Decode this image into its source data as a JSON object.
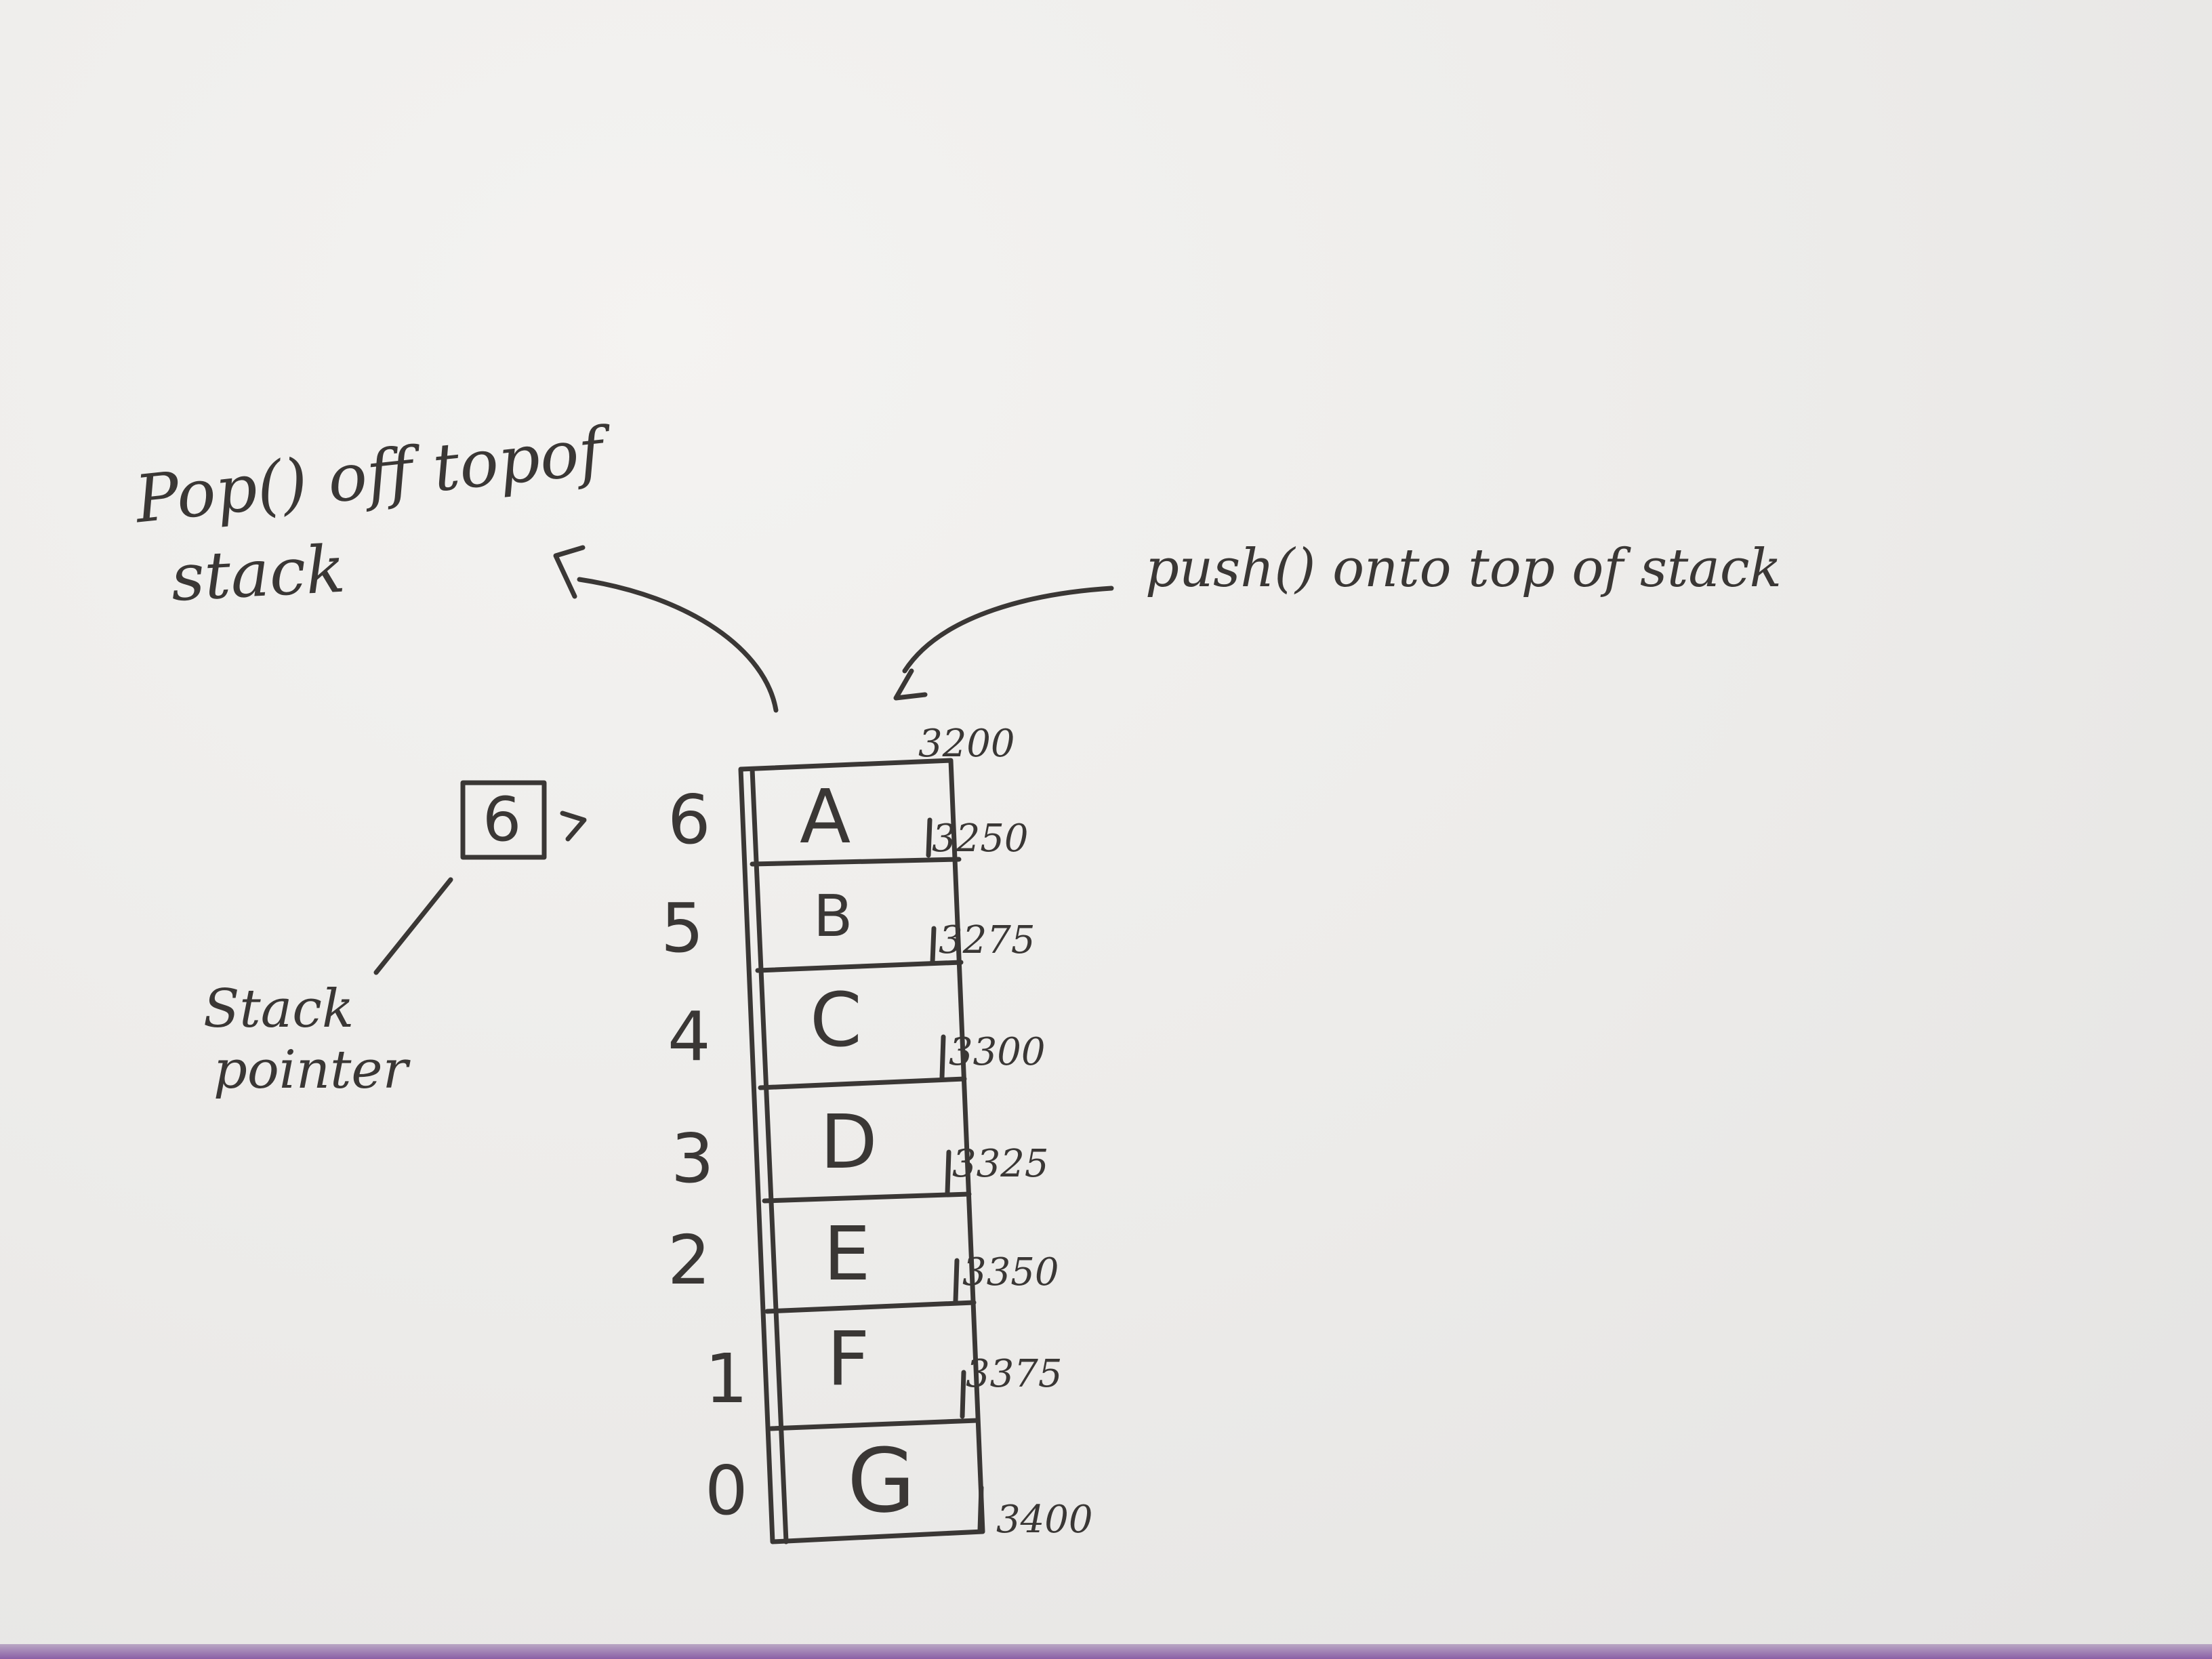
{
  "annotations": {
    "pop_line1": "Pop() off topof",
    "pop_line2": "stack",
    "push": "push() onto top of stack",
    "pointer_line1": "Stack",
    "pointer_line2": "pointer"
  },
  "stack_pointer": {
    "value": "6"
  },
  "stack": {
    "cells": [
      {
        "index": "6",
        "letter": "A"
      },
      {
        "index": "5",
        "letter": "B"
      },
      {
        "index": "4",
        "letter": "C"
      },
      {
        "index": "3",
        "letter": "D"
      },
      {
        "index": "2",
        "letter": "E"
      },
      {
        "index": "1",
        "letter": "F"
      },
      {
        "index": "0",
        "letter": "G"
      }
    ],
    "addresses": [
      "3200",
      "3250",
      "3275",
      "3300",
      "3325",
      "3350",
      "3375",
      "3400"
    ]
  },
  "colors": {
    "ink": "#3a3735",
    "paper": "#eeedec",
    "edge": "#8a5fa6"
  }
}
